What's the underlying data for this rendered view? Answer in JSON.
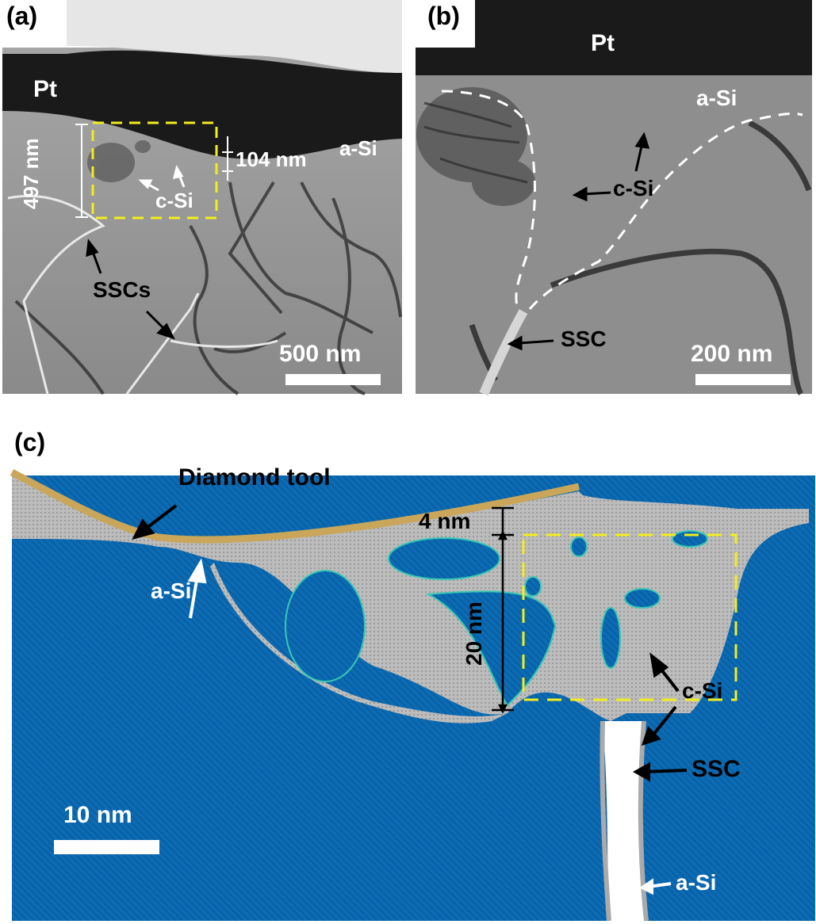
{
  "figure": {
    "panels": [
      {
        "id": "a",
        "label": "(a)",
        "type": "TEM micrograph",
        "annotations": {
          "layer_top": "Pt",
          "depth_total": "497 nm",
          "depth_amorphous": "104 nm",
          "amorphous": "a-Si",
          "crystalline": "c-Si",
          "cracks": "SSCs"
        },
        "scale_bar": "500 nm"
      },
      {
        "id": "b",
        "label": "(b)",
        "type": "TEM micrograph (magnified)",
        "annotations": {
          "layer_top": "Pt",
          "amorphous": "a-Si",
          "crystalline": "c-Si",
          "crack": "SSC"
        },
        "scale_bar": "200 nm"
      },
      {
        "id": "c",
        "label": "(c)",
        "type": "MD simulation snapshot",
        "annotations": {
          "tool": "Diamond tool",
          "amorphous_left": "a-Si",
          "depth_amorphous": "4 nm",
          "depth_total": "20 nm",
          "crystalline": "c-Si",
          "crack": "SSC",
          "amorphous_crack": "a-Si"
        },
        "scale_bar": "10 nm"
      }
    ],
    "colors": {
      "crystal_blue": "#0b6cb5",
      "amorphous_gray": "#b8b8b8",
      "diamond_tan": "#c9a65a",
      "dashed_box_yellow": "#f2ee1c",
      "tem_background": "#8c8c8c",
      "pt_layer": "#1a1a1a"
    }
  }
}
